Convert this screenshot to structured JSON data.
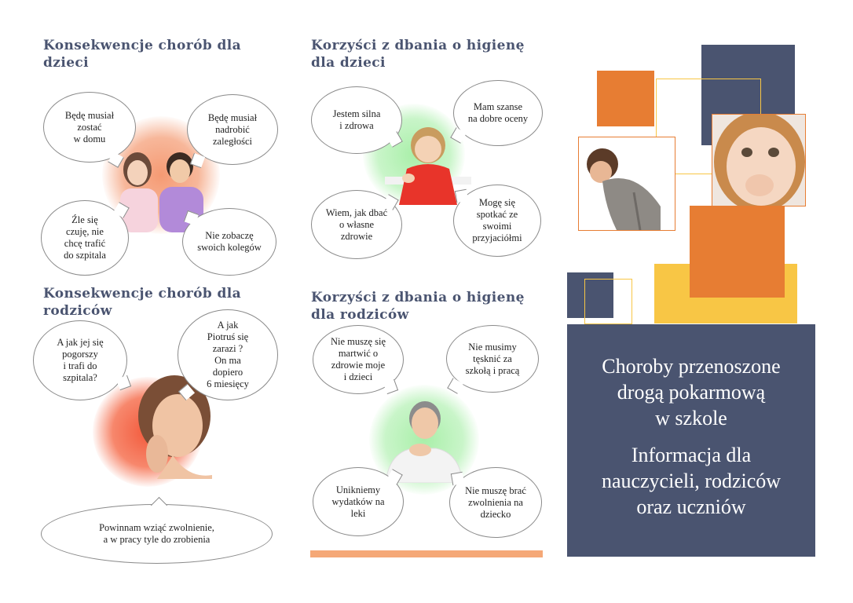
{
  "panel1": {
    "heading": "Konsekwencje chorób dla\ndzieci",
    "bubbles": [
      "Będę musiał\nzostać\nw domu",
      "Będę musiał\nnadrobić\nzaległości",
      "Źle się\nczuję, nie\nchcę trafić\ndo szpitala",
      "Nie zobaczę\nswoich kolegów"
    ]
  },
  "panel2": {
    "heading": "Korzyści z dbania o higienę\ndla dzieci",
    "bubbles": [
      "Jestem silna\ni zdrowa",
      "Mam szanse\nna dobre oceny",
      "Wiem, jak dbać\no własne\nzdrowie",
      "Mogę się\nspotkać ze\nswoimi\nprzyjaciółmi"
    ]
  },
  "panel3": {
    "heading": "Konsekwencje chorób dla\nrodziców",
    "bubbles": [
      "A jak jej się\npogorszy\ni trafi do\nszpitala?",
      "A jak\nPiotruś się\nzarazi ?\nOn ma\ndopiero\n6 miesięcy",
      "Powinnam wziąć zwolnienie,\na w pracy tyle do zrobienia"
    ]
  },
  "panel4": {
    "heading": "Korzyści z dbania o higienę\ndla rodziców",
    "bubbles": [
      "Nie muszę się\nmartwić o\nzdrowie moje\ni dzieci",
      "Nie musimy\ntęsknić za\nszkołą i pracą",
      "Unikniemy\nwydatków na\nleki",
      "Nie muszę brać\nzwolnienia na\ndziecko"
    ]
  },
  "cover": {
    "title_lines": [
      "Choroby przenoszone",
      "drogą pokarmową",
      "w szkole"
    ],
    "subtitle_lines": [
      "Informacja dla",
      "nauczycieli, rodziców",
      "oraz uczniów"
    ]
  },
  "colors": {
    "navy": "#4a5470",
    "orange": "#e77d33",
    "yellow": "#f8c645",
    "peach": "#f5a877",
    "green_glow": "#a9efa9",
    "red_glow": "#f25a3c"
  }
}
